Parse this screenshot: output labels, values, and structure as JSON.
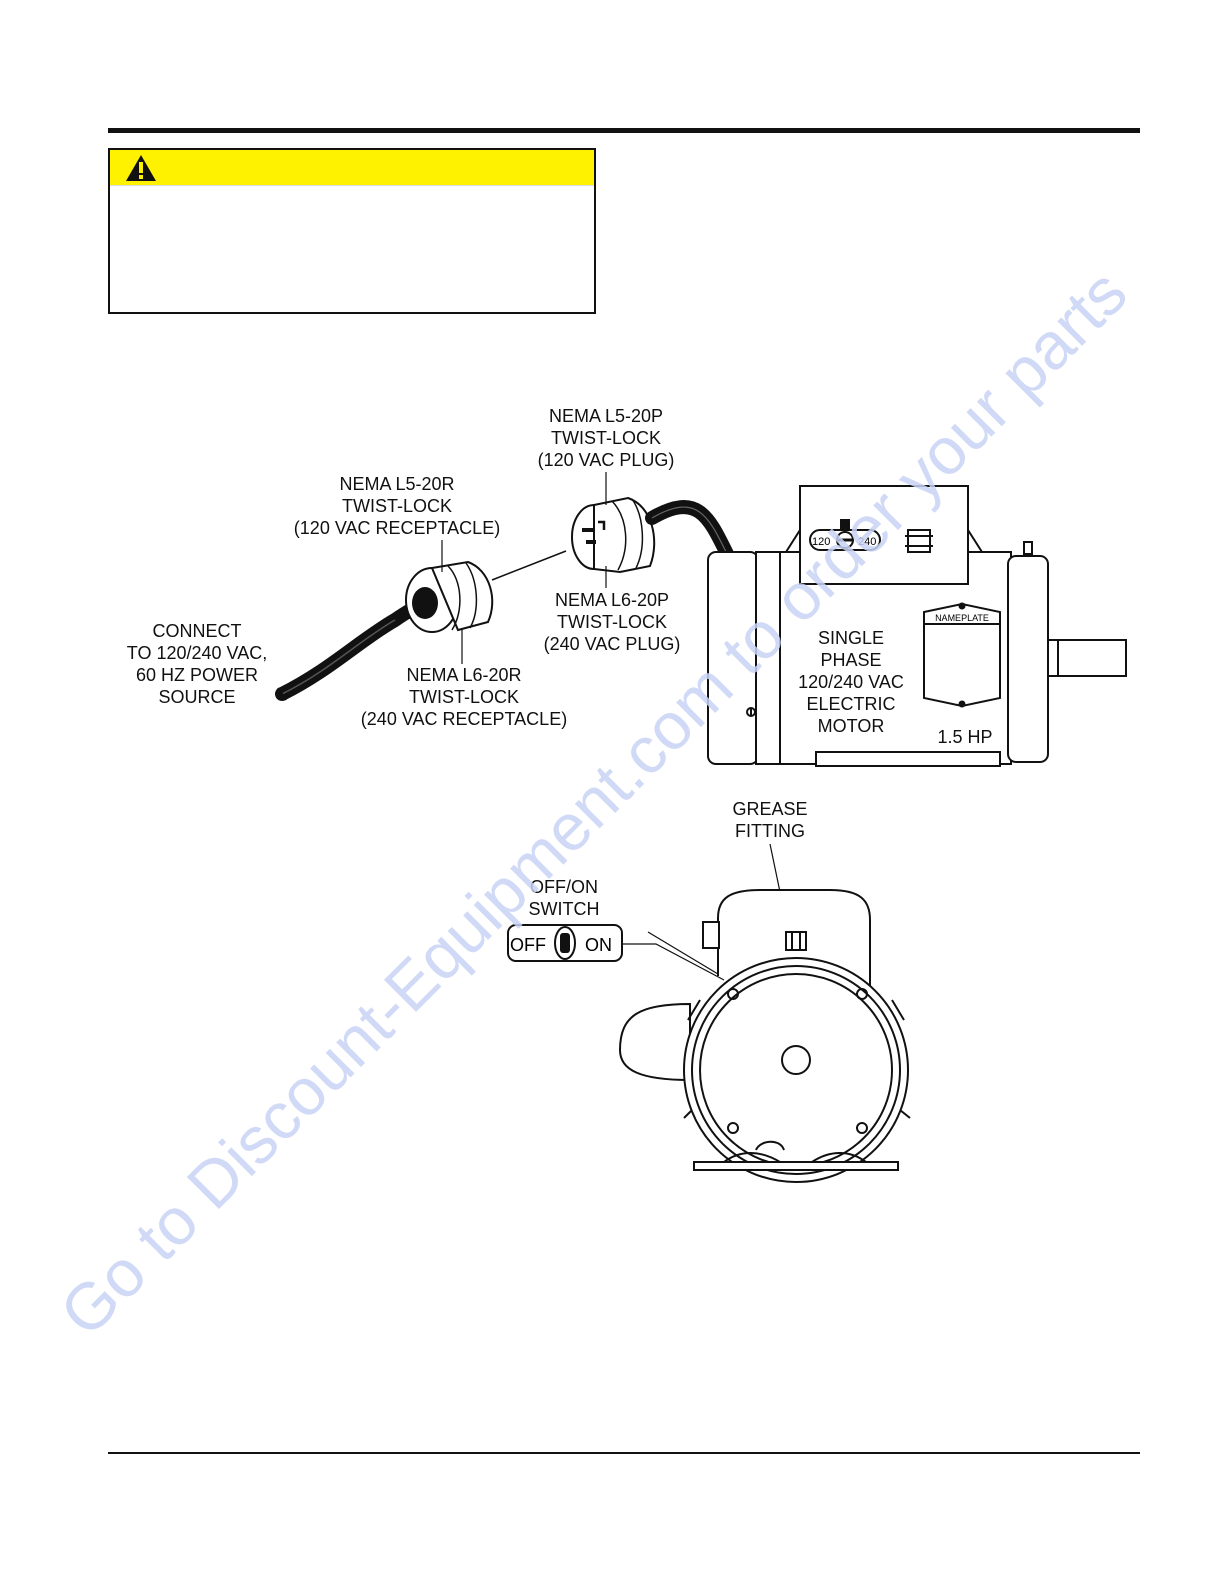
{
  "labels": {
    "l5_20p": [
      "NEMA L5-20P",
      "TWIST-LOCK",
      "(120 VAC PLUG)"
    ],
    "l5_20r": [
      "NEMA L5-20R",
      "TWIST-LOCK",
      "(120 VAC RECEPTACLE)"
    ],
    "l6_20p": [
      "NEMA L6-20P",
      "TWIST-LOCK",
      "(240 VAC PLUG)"
    ],
    "l6_20r": [
      "NEMA L6-20R",
      "TWIST-LOCK",
      "(240 VAC RECEPTACLE)"
    ],
    "connect": [
      "CONNECT",
      "TO 120/240 VAC,",
      "60 HZ POWER",
      "SOURCE"
    ],
    "motor": [
      "SINGLE",
      "PHASE",
      "120/240 VAC",
      "ELECTRIC",
      "MOTOR"
    ],
    "hp": "1.5 HP",
    "nameplate": "NAMEPLATE",
    "voltage_120": "120",
    "voltage_240": "240",
    "grease": [
      "GREASE",
      "FITTING"
    ],
    "switch": [
      "OFF/ON",
      "SWITCH"
    ],
    "switch_off": "OFF",
    "switch_on": "ON"
  },
  "watermark": "Go to Discount-Equipment.com to order your parts",
  "colors": {
    "warning_yellow": "#fff200",
    "watermark": "#c8d2f5"
  }
}
